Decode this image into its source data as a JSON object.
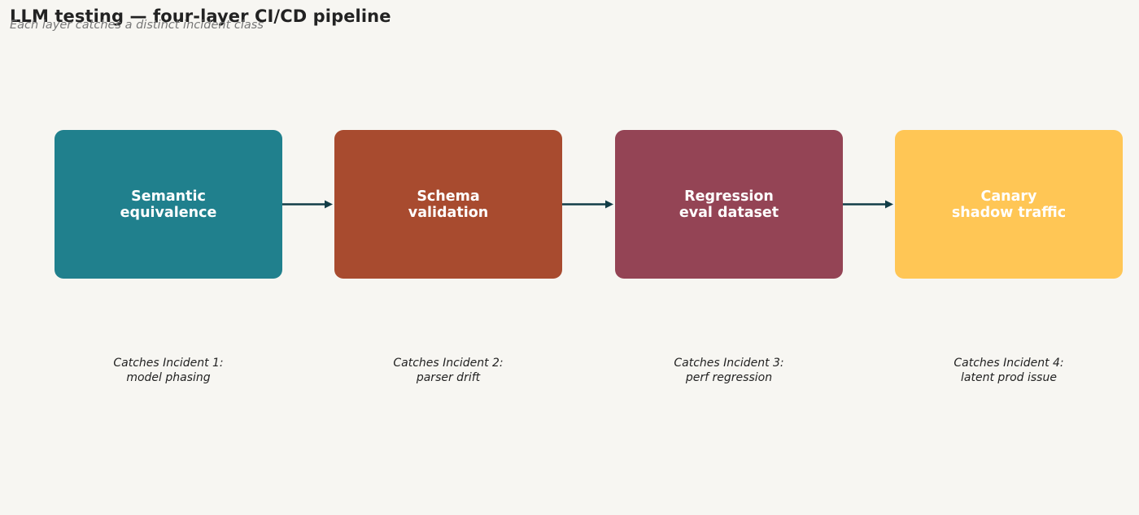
{
  "title": "LLM testing — four-layer CI/CD pipeline",
  "subtitle": "Each layer catches a distinct incident class",
  "stages": [
    {
      "label_line1": "Semantic",
      "label_line2": "equivalence",
      "color": "#20808d",
      "caption_line1": "Catches Incident 1:",
      "caption_line2": "model phasing"
    },
    {
      "label_line1": "Schema",
      "label_line2": "validation",
      "color": "#a84b2f",
      "caption_line1": "Catches Incident 2:",
      "caption_line2": "parser drift"
    },
    {
      "label_line1": "Regression",
      "label_line2": "eval dataset",
      "color": "#944455",
      "caption_line1": "Catches Incident 3:",
      "caption_line2": "perf regression"
    },
    {
      "label_line1": "Canary",
      "label_line2": "shadow traffic",
      "color": "#ffc655",
      "caption_line1": "Catches Incident 4:",
      "caption_line2": "latent prod issue"
    }
  ],
  "arrow_color": "#123d47"
}
